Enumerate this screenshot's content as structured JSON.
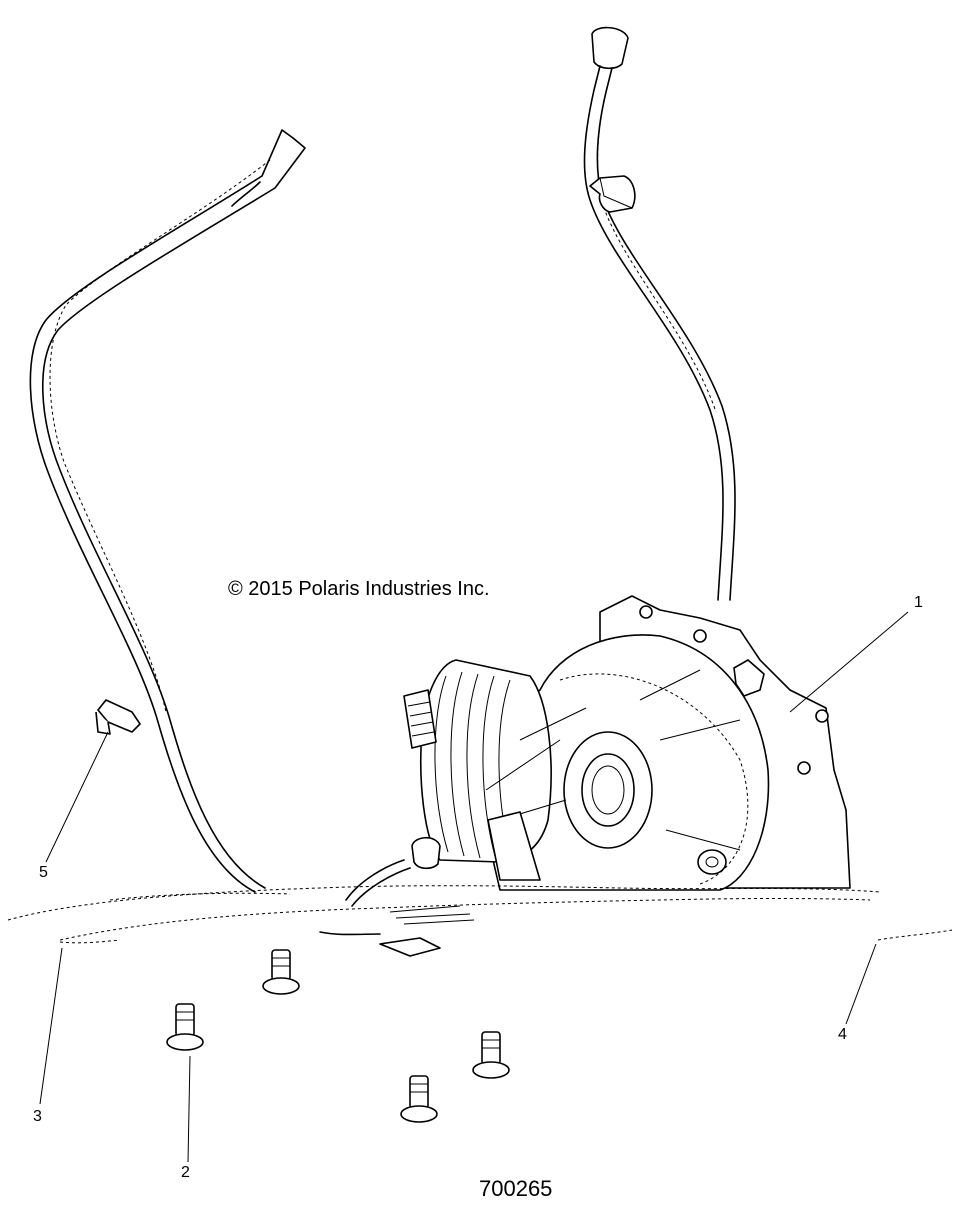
{
  "copyright": "© 2015 Polaris Industries Inc.",
  "drawing_number": "700265",
  "callouts": [
    {
      "id": "1",
      "label": "1"
    },
    {
      "id": "2",
      "label": "2"
    },
    {
      "id": "3",
      "label": "3"
    },
    {
      "id": "4",
      "label": "4"
    },
    {
      "id": "5",
      "label": "5"
    }
  ]
}
